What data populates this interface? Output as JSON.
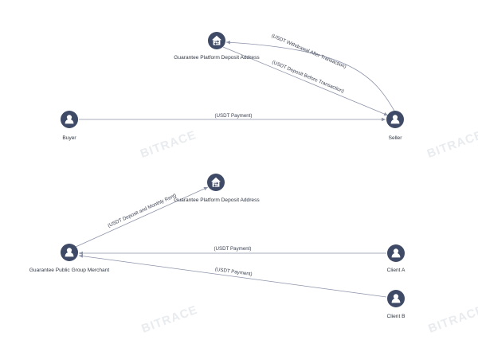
{
  "watermark": "BITRACE",
  "colors": {
    "node_fill": "#3f4b66",
    "edge": "#8c93a8",
    "text": "#2f3642",
    "watermark": "#e9ecef"
  },
  "diagram1": {
    "nodes": {
      "platform": {
        "label": "Guarantee Platform Deposit Address",
        "icon": "exchange-icon"
      },
      "buyer": {
        "label": "Buyer",
        "icon": "user-icon"
      },
      "seller": {
        "label": "Seller",
        "icon": "user-icon"
      }
    },
    "edges": {
      "withdrawal": "(USDT Withdrawal After Transaction)",
      "deposit": "(USDT Deposit Before Transaction)",
      "payment": "(USDT Payment)"
    }
  },
  "diagram2": {
    "nodes": {
      "platform": {
        "label": "Guarantee Platform Deposit Address",
        "icon": "exchange-icon"
      },
      "merchant": {
        "label": "Guarantee Public Group Merchant",
        "icon": "user-icon"
      },
      "client_a": {
        "label": "Client A",
        "icon": "user-icon"
      },
      "client_b": {
        "label": "Client B",
        "icon": "user-icon"
      }
    },
    "edges": {
      "deposit_rent": "(USDT Deposit and Monthly Rent)",
      "payment_a": "(USDT Payment)",
      "payment_b": "(USDT Payment)"
    }
  }
}
